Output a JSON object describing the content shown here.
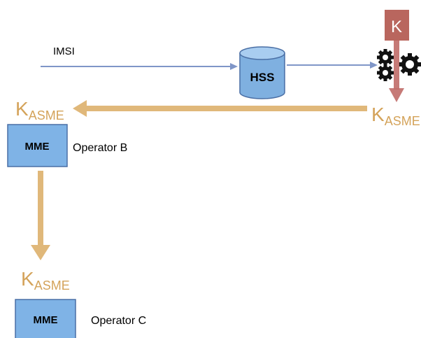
{
  "diagram": {
    "imsi_label": "IMSI",
    "hss_label": "HSS",
    "k_label": "K",
    "kasme_right": {
      "main": "K",
      "sub": "ASME"
    },
    "kasme_b": {
      "main": "K",
      "sub": "ASME"
    },
    "kasme_c": {
      "main": "K",
      "sub": "ASME"
    },
    "mme_b_label": "MME",
    "operator_b_label": "Operator B",
    "mme_c_label": "MME",
    "operator_c_label": "Operator C"
  },
  "colors": {
    "blue_arrow": "#7f96c8",
    "gold_arrow": "#e0b87a",
    "k_box": "#b9665e",
    "red_arrow": "#c06c68",
    "kasme_text": "#d4a35a",
    "mme_fill": "#7fb3e6",
    "mme_stroke": "#4a6fa5",
    "hss_fill": "#7fb0e0",
    "hss_stroke": "#4a6fa5"
  },
  "icons": [
    "gears-icon",
    "database-icon"
  ]
}
